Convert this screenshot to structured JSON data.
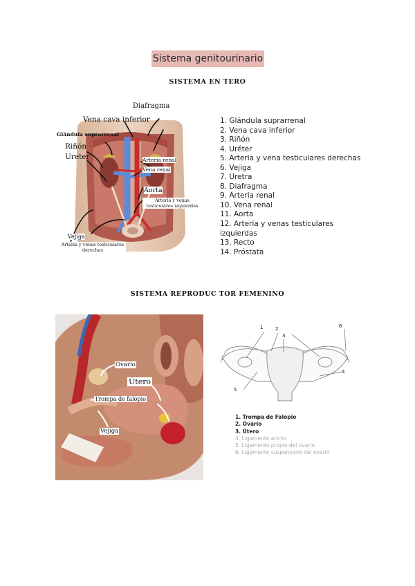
{
  "title": "Sistema genitourinario",
  "sections": {
    "complete": {
      "heading": "SISTEMA EN TERO",
      "annotations": {
        "diafragma": "Diafragma",
        "vena_cava": "Vena cava inferior",
        "glandula": "Glándula suprarrenal",
        "rinon": "Riñón",
        "ureter": "Ureter",
        "arteria_renal": "Arteria renal",
        "vena_renal": "Vena renal",
        "aorta": "Aorta",
        "arteria_izq": "Arteria y venas testiculares izquierdas",
        "vejiga": "Vejiga",
        "arteria_der": "Arteria y venas testiculares derechas"
      },
      "legend": [
        "1.  Glándula suprarrenal",
        "2.  Vena cava inferior",
        "3.  Riñón",
        "4.  Uréter",
        "5.  Arteria y vena testiculares derechas",
        "6.  Vejiga",
        "7.    Uretra",
        "8.  Diafragma",
        "9.  Arteria renal",
        "10. Vena renal",
        "11. Aorta",
        "12. Arteria y venas testiculares izquierdas",
        "13. Recto",
        "14. Próstata"
      ]
    },
    "female": {
      "heading": "SISTEMA REPRODUC TOR FEMENINO",
      "model_annotations": {
        "ovario": "Ovario",
        "utero": "Útero",
        "trompa": "Trompa de falopio",
        "vejiga": "Vejiga"
      },
      "diagram_numbers": [
        "1",
        "2",
        "3",
        "4",
        "5",
        "6"
      ],
      "legend": [
        {
          "text": "1.   Trompa de Falopio",
          "style": "strong"
        },
        {
          "text": "2.   Ovario",
          "style": "strong"
        },
        {
          "text": "3.   Útero",
          "style": "strong"
        },
        {
          "text": "4.   Ligamento ancho",
          "style": "muted"
        },
        {
          "text": "5.   Ligamento propio del ovario",
          "style": "muted"
        },
        {
          "text": "6.   Ligamento suspensorio del ovario",
          "style": "muted"
        }
      ]
    }
  }
}
